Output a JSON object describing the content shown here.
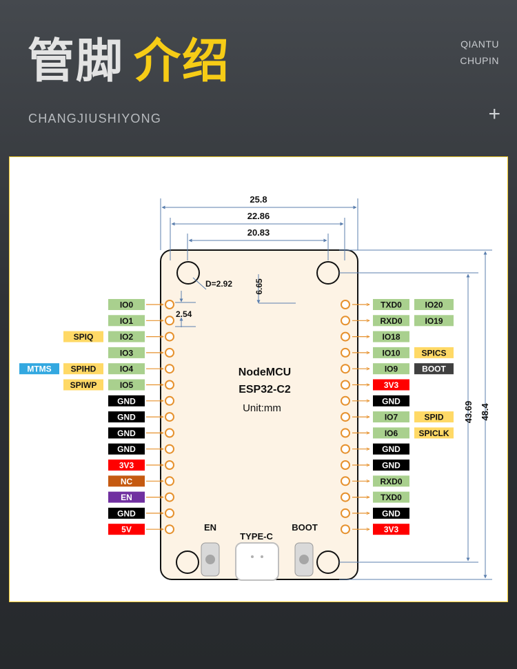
{
  "header": {
    "title_white": "管脚",
    "title_yellow": "介绍",
    "brand_line1": "QIANTU",
    "brand_line2": "CHUPIN",
    "subtitle": "CHANGJIUSHIYONG",
    "plus_icon": "plus-icon"
  },
  "diagram": {
    "board_name": "NodeMCU",
    "board_model": "ESP32-C2",
    "unit": "Unit:mm",
    "dimensions": {
      "width_outer": "25.8",
      "width_mid": "22.86",
      "width_inner": "20.83",
      "hole_diameter": "D=2.92",
      "hole_offset": "6.65",
      "pin_pitch": "2.54",
      "height_pins": "43.69",
      "height_total": "48.4"
    },
    "buttons": {
      "en": "EN",
      "boot": "BOOT",
      "usb": "TYPE-C"
    },
    "colors": {
      "io": "#a9d08e",
      "gnd": "#000000",
      "power": "#ff0000",
      "nc": "#c55a11",
      "en": "#7030a0",
      "spi": "#ffd966",
      "mtms": "#33a8e0",
      "boot": "#404040",
      "board": "#fdf3e5",
      "pin": "#e6912d"
    },
    "left_pins": [
      {
        "label": "IO0",
        "type": "io",
        "extras": []
      },
      {
        "label": "IO1",
        "type": "io",
        "extras": []
      },
      {
        "label": "IO2",
        "type": "io",
        "extras": [
          {
            "label": "SPIQ",
            "type": "spi"
          }
        ]
      },
      {
        "label": "IO3",
        "type": "io",
        "extras": []
      },
      {
        "label": "IO4",
        "type": "io",
        "extras": [
          {
            "label": "SPIHD",
            "type": "spi"
          },
          {
            "label": "MTMS",
            "type": "mtms"
          }
        ]
      },
      {
        "label": "IO5",
        "type": "io",
        "extras": [
          {
            "label": "SPIWP",
            "type": "spi"
          }
        ]
      },
      {
        "label": "GND",
        "type": "gnd",
        "extras": []
      },
      {
        "label": "GND",
        "type": "gnd",
        "extras": []
      },
      {
        "label": "GND",
        "type": "gnd",
        "extras": []
      },
      {
        "label": "GND",
        "type": "gnd",
        "extras": []
      },
      {
        "label": "3V3",
        "type": "power",
        "extras": []
      },
      {
        "label": "NC",
        "type": "nc",
        "extras": []
      },
      {
        "label": "EN",
        "type": "en",
        "extras": []
      },
      {
        "label": "GND",
        "type": "gnd",
        "extras": []
      },
      {
        "label": "5V",
        "type": "power",
        "extras": []
      }
    ],
    "right_pins": [
      {
        "label": "TXD0",
        "type": "io",
        "extras": [
          {
            "label": "IO20",
            "type": "io"
          }
        ]
      },
      {
        "label": "RXD0",
        "type": "io",
        "extras": [
          {
            "label": "IO19",
            "type": "io"
          }
        ]
      },
      {
        "label": "IO18",
        "type": "io",
        "extras": []
      },
      {
        "label": "IO10",
        "type": "io",
        "extras": [
          {
            "label": "SPICS",
            "type": "spi"
          }
        ]
      },
      {
        "label": "IO9",
        "type": "io",
        "extras": [
          {
            "label": "BOOT",
            "type": "boot"
          }
        ]
      },
      {
        "label": "3V3",
        "type": "power",
        "extras": []
      },
      {
        "label": "GND",
        "type": "gnd",
        "extras": []
      },
      {
        "label": "IO7",
        "type": "io",
        "extras": [
          {
            "label": "SPID",
            "type": "spi"
          }
        ]
      },
      {
        "label": "IO6",
        "type": "io",
        "extras": [
          {
            "label": "SPICLK",
            "type": "spi"
          }
        ]
      },
      {
        "label": "GND",
        "type": "gnd",
        "extras": []
      },
      {
        "label": "GND",
        "type": "gnd",
        "extras": []
      },
      {
        "label": "RXD0",
        "type": "io",
        "extras": []
      },
      {
        "label": "TXD0",
        "type": "io",
        "extras": []
      },
      {
        "label": "GND",
        "type": "gnd",
        "extras": []
      },
      {
        "label": "3V3",
        "type": "power",
        "extras": []
      }
    ]
  }
}
